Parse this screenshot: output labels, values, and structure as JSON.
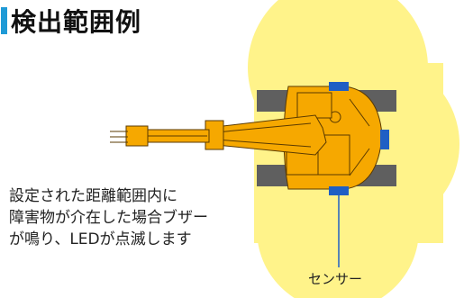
{
  "title": "検出範囲例",
  "description": {
    "lines": [
      "設定された距離範囲内に",
      "障害物が介在した場合ブザー",
      "が鳴り、LEDが点滅します"
    ]
  },
  "sensor_label": "センサー",
  "colors": {
    "title_accent": "#1f9ad6",
    "detection_zone": "#fff38a",
    "machine_body": "#f6a800",
    "machine_outline": "#5a3a00",
    "track": "#5f5f5f",
    "sensor": "#1f5fc4",
    "leader_line": "#1f5fc4"
  },
  "icons": {
    "machine": "mini-excavator-top-view-icon",
    "sensor": "sensor-block-icon",
    "zone": "detection-zone-icon"
  }
}
